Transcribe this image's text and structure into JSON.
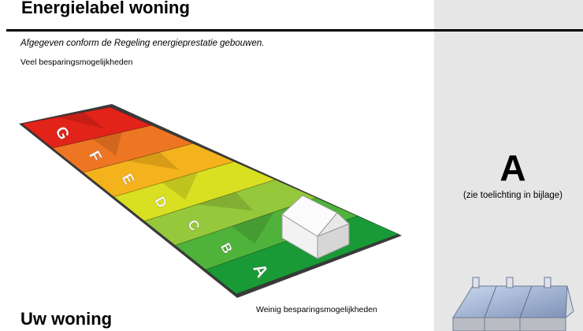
{
  "header": {
    "title": "Energielabel woning",
    "subtitle": "Afgegeven conform de Regeling energieprestatie gebouwen."
  },
  "scale": {
    "top_caption": "Veel besparingsmogelijkheden",
    "bottom_caption": "Weinig besparingsmogelijkheden",
    "classes": [
      {
        "letter": "A",
        "color": "#1a9a36"
      },
      {
        "letter": "B",
        "color": "#4fb23a"
      },
      {
        "letter": "C",
        "color": "#95c83b"
      },
      {
        "letter": "D",
        "color": "#d9e021"
      },
      {
        "letter": "E",
        "color": "#f4b21c"
      },
      {
        "letter": "F",
        "color": "#ee7623"
      },
      {
        "letter": "G",
        "color": "#e2231a"
      }
    ],
    "current_class": "A"
  },
  "result": {
    "grade": "A",
    "note": "(zie toelichting in bijlage)"
  },
  "section": {
    "title": "Uw woning"
  },
  "icons": {
    "house_on_label": "house-icon",
    "house_sidebar": "row-house-icon"
  }
}
